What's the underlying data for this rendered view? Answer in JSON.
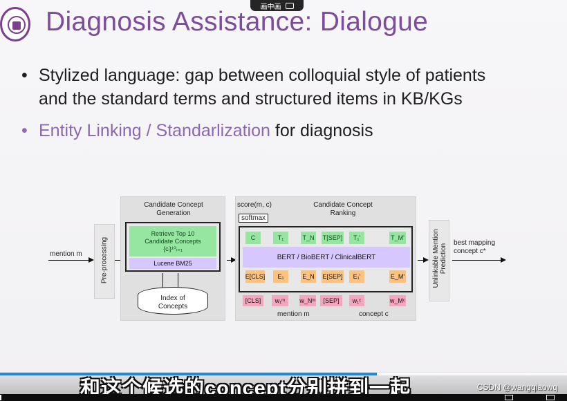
{
  "slide": {
    "title": "Diagnosis Assistance: Dialogue",
    "logo_icon": "university-seal-icon",
    "bullets": [
      {
        "text": "Stylized language: gap between colloquial style of patients and the standard terms and structured items in KB/KGs",
        "line1": "Stylized language: gap between colloquial style of patients",
        "line2": "and the standard terms and structured items in KB/KGs"
      },
      {
        "highlight": "Entity Linking / Standarlization",
        "rest": " for diagnosis"
      }
    ],
    "accent_color": "#7d4c9d"
  },
  "diagram": {
    "input_label": "mention m",
    "preprocessing": "Pre-processing",
    "generation_panel": {
      "title": "Candidate Concept Generation",
      "title_line1": "Candidate Concept",
      "title_line2": "Generation",
      "retrieve": "Retrieve Top 10 Candidate Concepts",
      "retrieve_line1": "Retrieve Top 10",
      "retrieve_line2": "Candidate Concepts",
      "set_notation": "{cᵢ}¹⁰ᵢ₌₁",
      "engine": "Lucene BM25",
      "index": "Index of Concepts",
      "index_line1": "Index of",
      "index_line2": "Concepts"
    },
    "ranking_panel": {
      "score": "score(m, c)",
      "softmax": "softmax",
      "title": "Candidate Concept Ranking",
      "title_line1": "Candidate Concept",
      "title_line2": "Ranking",
      "model": "BERT / BioBERT / ClinicalBERT",
      "top_tokens": [
        "C",
        "T₁",
        "T_N",
        "T[SEP]",
        "T₁'",
        "T_M'"
      ],
      "embeddings": [
        "E[CLS]",
        "E₁",
        "E_N",
        "E[SEP]",
        "E₁'",
        "E_M'"
      ],
      "inputs": [
        "[CLS]",
        "w₁ᵐ",
        "w_Nᵐ",
        "[SEP]",
        "w₁ᶜ",
        "w_Mᶜ"
      ],
      "mention_label": "mention m",
      "concept_label": "concept c"
    },
    "unlinkable": "Unlinkable Mention Prediction",
    "unlinkable_line1": "Unlinkable Mention",
    "unlinkable_line2": "Prediction",
    "output": "best mapping concept c*",
    "output_line1": "best mapping",
    "output_line2": "concept c*"
  },
  "video": {
    "subtitle": "和这个候选的concept分别拼到一起",
    "watermark": "CSDN @wangqiaowq",
    "progress_percent": 66.5,
    "top_overlay": "画中画",
    "progress_color": "#1e88e5"
  }
}
